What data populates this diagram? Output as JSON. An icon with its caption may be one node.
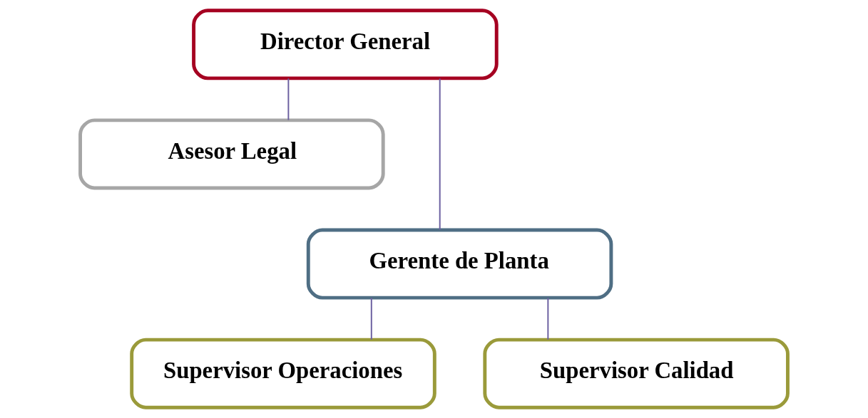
{
  "diagram": {
    "nodes": [
      {
        "text": [
          "Director General"
        ]
      },
      {
        "text": [
          "Asesor Legal"
        ]
      },
      {
        "text": [
          "Gerente de Planta"
        ]
      },
      {
        "text": [
          "Supervisor Operaciones"
        ]
      },
      {
        "text": [
          "Supervisor Calidad"
        ]
      }
    ],
    "edges": [
      {
        "from": 0,
        "to": 1,
        "arrow": "none"
      },
      {
        "from": 0,
        "to": 2,
        "arrow": "none"
      },
      {
        "from": 2,
        "to": 3,
        "arrow": "none"
      },
      {
        "from": 2,
        "to": 4,
        "arrow": "none"
      }
    ]
  }
}
